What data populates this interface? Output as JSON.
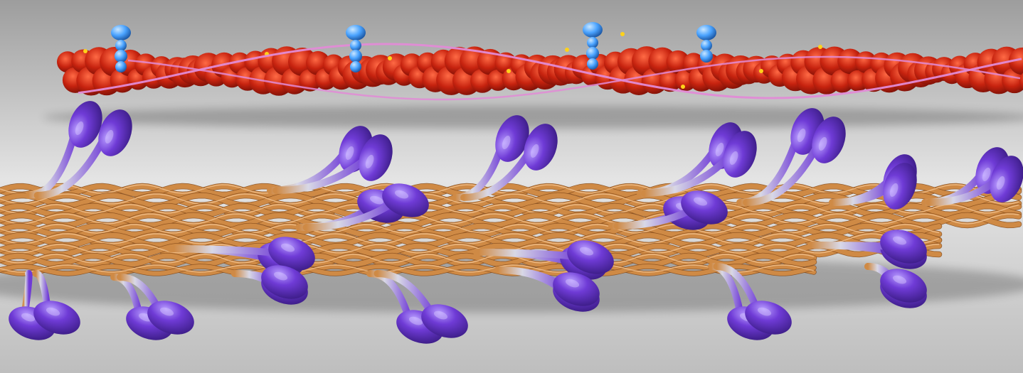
{
  "scene": {
    "colors": {
      "background_top": "#9d9d9d",
      "background_mid": "#e4e4e4",
      "background_bottom": "#bebebe",
      "actin": "#c7230f",
      "actin_highlight": "#ff6a45",
      "actin_dark": "#7a1007",
      "tropomyosin": "#e28bd6",
      "troponin": "#4aa3ff",
      "troponin_highlight": "#c9e6ff",
      "myosin_tail": "#cf8a45",
      "myosin_tail_dark": "#8a4f1d",
      "myosin_head": "#6f3bd6",
      "myosin_head_dark": "#3e1e8a",
      "myosin_neck": "#d8d8e6",
      "yellow_spots": "#ffd21a"
    },
    "structures": [
      {
        "name": "actin-filament",
        "icon": "actin-filament-icon"
      },
      {
        "name": "tropomyosin-strand",
        "icon": "tropomyosin-strand-icon"
      },
      {
        "name": "troponin-complex",
        "icon": "troponin-complex-icon"
      },
      {
        "name": "myosin-thick-filament",
        "icon": "myosin-thick-filament-icon"
      },
      {
        "name": "myosin-heads",
        "icon": "myosin-head-icon"
      }
    ]
  }
}
